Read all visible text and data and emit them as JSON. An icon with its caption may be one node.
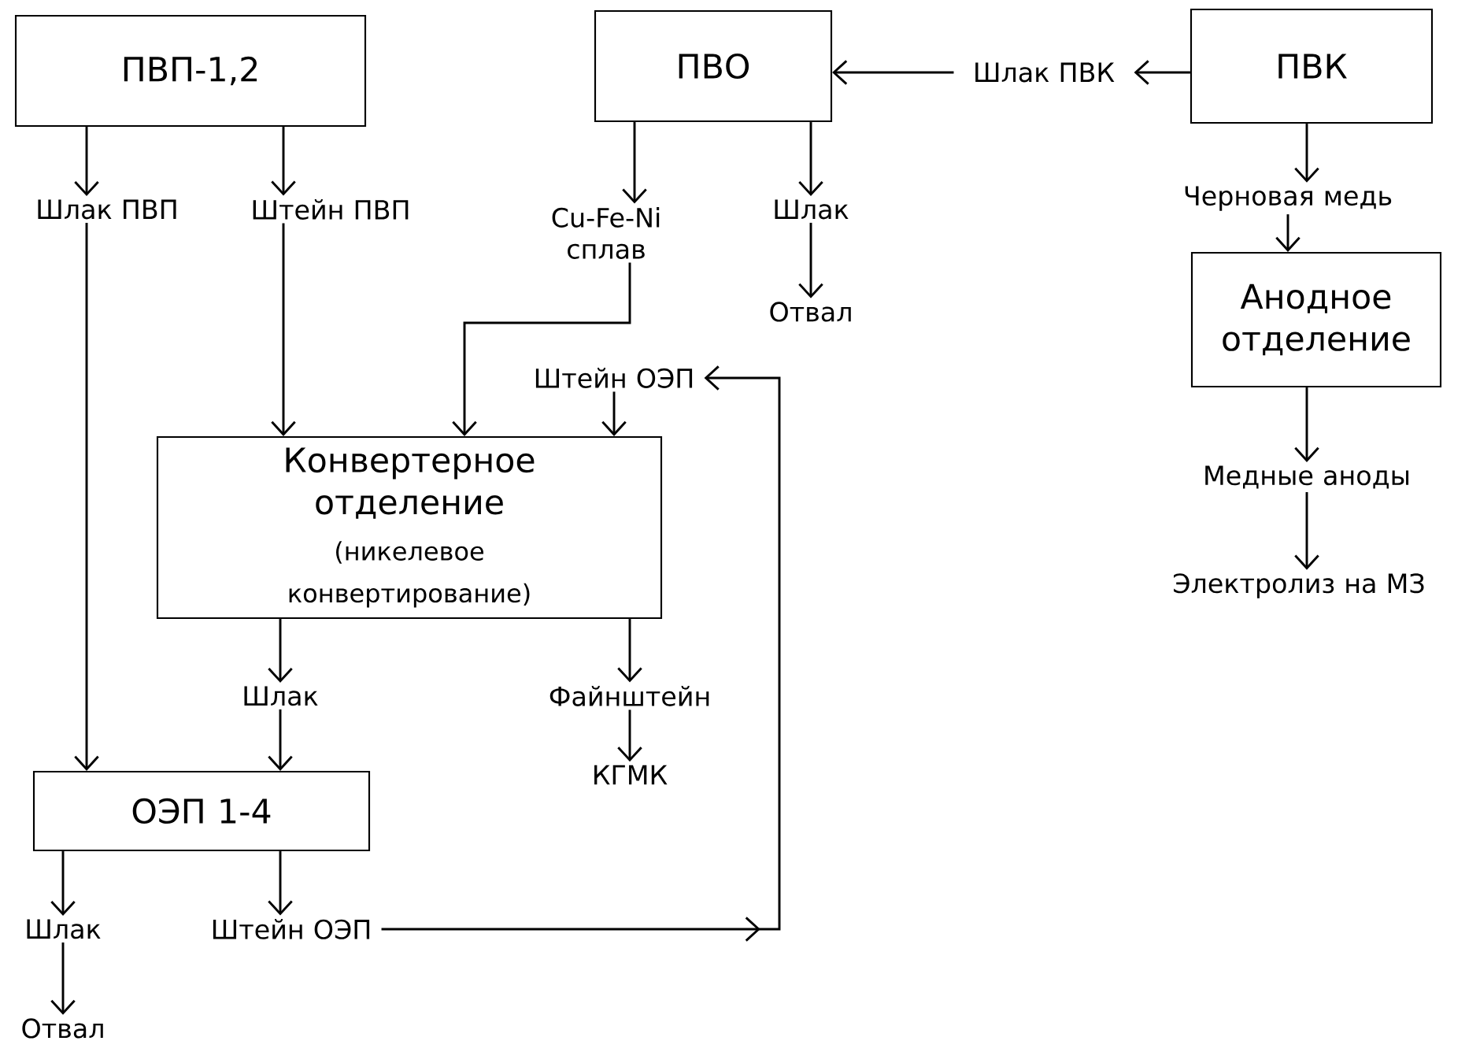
{
  "diagram": {
    "nodes": [
      {
        "text": [
          "ПВП-1,2"
        ]
      },
      {
        "text": [
          "ПВО"
        ]
      },
      {
        "text": [
          "ПВК"
        ]
      },
      {
        "text": [
          "Шлак ПВК"
        ]
      },
      {
        "text": [
          "Шлак ПВП"
        ]
      },
      {
        "text": [
          "Штейн ПВП"
        ]
      },
      {
        "text": [
          "Cu-Fe-Ni сплав"
        ]
      },
      {
        "text": [
          "Шлак"
        ]
      },
      {
        "text": [
          "Отвал"
        ]
      },
      {
        "text": [
          "Черновая медь"
        ]
      },
      {
        "text": [
          "Анодное отделение"
        ]
      },
      {
        "text": [
          "Штейн ОЭП"
        ]
      },
      {
        "text": [
          "Конвертерное отделение",
          "(никелевое конвертирование)"
        ]
      },
      {
        "text": [
          "Медные аноды"
        ]
      },
      {
        "text": [
          "Электролиз на МЗ"
        ]
      },
      {
        "text": [
          "Шлак"
        ]
      },
      {
        "text": [
          "Файнштейн"
        ]
      },
      {
        "text": [
          "КГМК"
        ]
      },
      {
        "text": [
          "ОЭП 1-4"
        ]
      },
      {
        "text": [
          "Шлак"
        ]
      },
      {
        "text": [
          "Штейн ОЭП"
        ]
      },
      {
        "text": [
          "Отвал"
        ]
      }
    ],
    "edges": [
      {
        "from": 0,
        "to": 4,
        "arrow": "to"
      },
      {
        "from": 0,
        "to": 5,
        "arrow": "to"
      },
      {
        "from": 1,
        "to": 6,
        "arrow": "to"
      },
      {
        "from": 1,
        "to": 7,
        "arrow": "to"
      },
      {
        "from": 7,
        "to": 8,
        "arrow": "to"
      },
      {
        "from": 2,
        "to": 3,
        "arrow": "to"
      },
      {
        "from": 3,
        "to": 1,
        "arrow": "to"
      },
      {
        "from": 2,
        "to": 9,
        "arrow": "to"
      },
      {
        "from": 9,
        "to": 10,
        "arrow": "to"
      },
      {
        "from": 10,
        "to": 13,
        "arrow": "to"
      },
      {
        "from": 13,
        "to": 14,
        "arrow": "to"
      },
      {
        "from": 4,
        "to": 18,
        "arrow": "to"
      },
      {
        "from": 5,
        "to": 12,
        "arrow": "to"
      },
      {
        "from": 6,
        "to": 12,
        "arrow": "to"
      },
      {
        "from": 11,
        "to": 12,
        "arrow": "to"
      },
      {
        "from": 12,
        "to": 15,
        "arrow": "to"
      },
      {
        "from": 12,
        "to": 16,
        "arrow": "to"
      },
      {
        "from": 16,
        "to": 17,
        "arrow": "to"
      },
      {
        "from": 15,
        "to": 18,
        "arrow": "to"
      },
      {
        "from": 18,
        "to": 19,
        "arrow": "to"
      },
      {
        "from": 18,
        "to": 20,
        "arrow": "to"
      },
      {
        "from": 19,
        "to": 21,
        "arrow": "to"
      },
      {
        "from": 20,
        "to": 11,
        "arrow": "to"
      }
    ]
  }
}
